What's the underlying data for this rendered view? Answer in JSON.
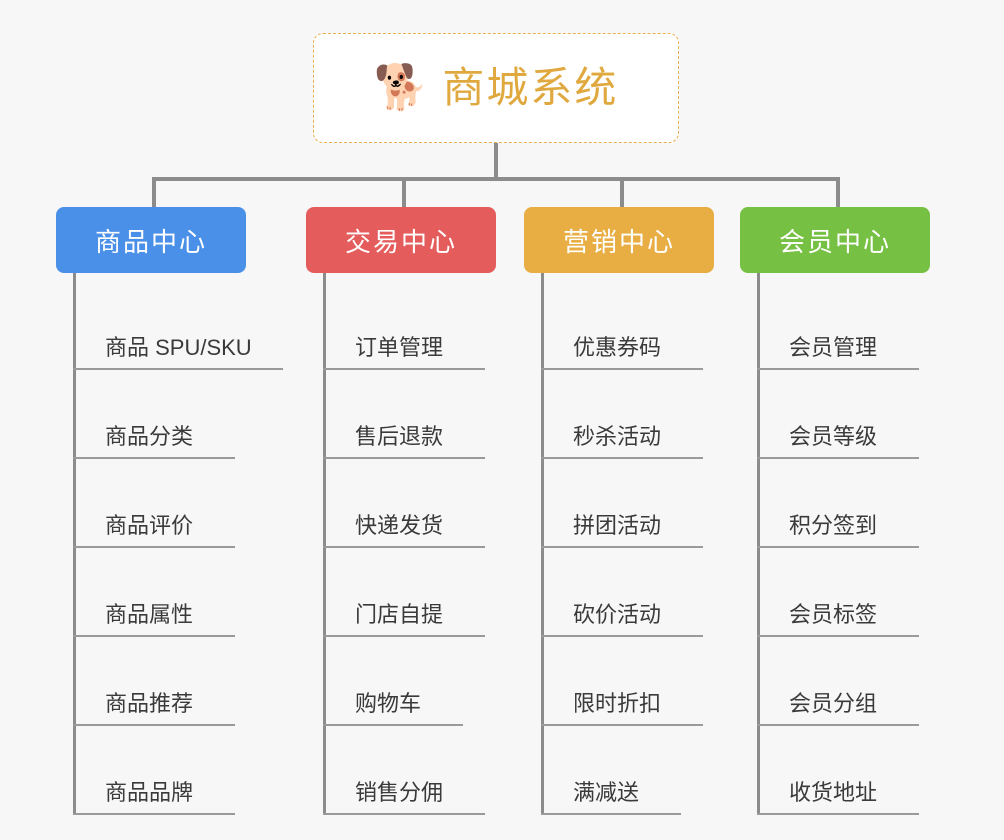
{
  "background_color": "#f7f7f7",
  "root": {
    "icon": "dog-face-emoji",
    "icon_glyph": "🐕",
    "title": "商城系统",
    "title_color": "#e0a93f",
    "border_style": "dashed",
    "border_color": "#e8b04b"
  },
  "connector_color": "#8c8c8c",
  "categories": [
    {
      "label": "商品中心",
      "color": "#4a90e8",
      "items": [
        "商品 SPU/SKU",
        "商品分类",
        "商品评价",
        "商品属性",
        "商品推荐",
        "商品品牌"
      ]
    },
    {
      "label": "交易中心",
      "color": "#e45c5c",
      "items": [
        "订单管理",
        "售后退款",
        "快递发货",
        "门店自提",
        "购物车",
        "销售分佣"
      ]
    },
    {
      "label": "营销中心",
      "color": "#e8ae44",
      "items": [
        "优惠券码",
        "秒杀活动",
        "拼团活动",
        "砍价活动",
        "限时折扣",
        "满减送"
      ]
    },
    {
      "label": "会员中心",
      "color": "#76c043",
      "items": [
        "会员管理",
        "会员等级",
        "积分签到",
        "会员标签",
        "会员分组",
        "收货地址"
      ]
    }
  ]
}
